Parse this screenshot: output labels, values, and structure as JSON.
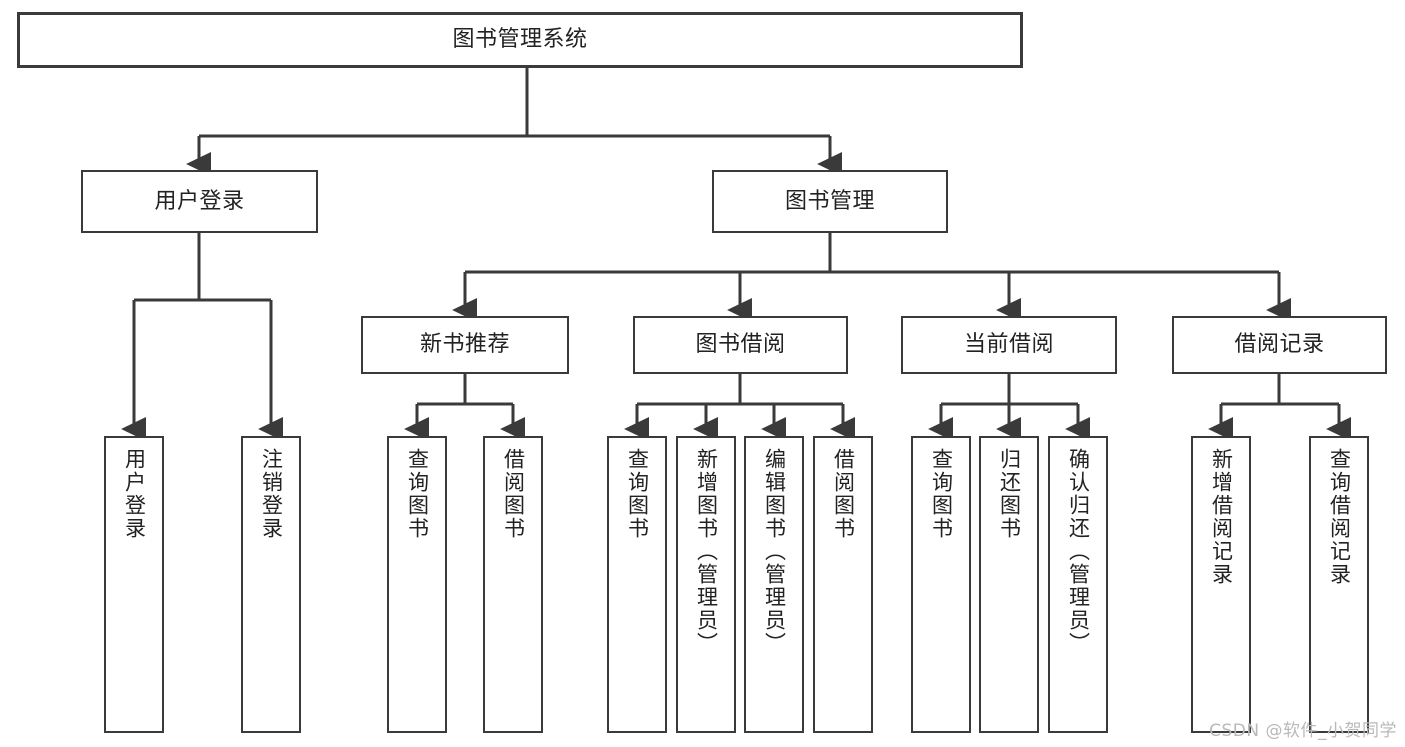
{
  "diagram": {
    "type": "tree-hierarchy",
    "title": "图书管理系统",
    "watermark": "CSDN @软件_小贺同学",
    "colors": {
      "box_border": "#3a3a3a",
      "box_fill": "#ffffff",
      "connector": "#3a3a3a",
      "text": "#222222",
      "watermark": "#b9b9b9",
      "background": "#ffffff"
    },
    "nodes": {
      "root": {
        "label": "图书管理系统"
      },
      "level1": [
        {
          "label": "用户登录"
        },
        {
          "label": "图书管理"
        }
      ],
      "level2": [
        {
          "label": "新书推荐"
        },
        {
          "label": "图书借阅"
        },
        {
          "label": "当前借阅"
        },
        {
          "label": "借阅记录"
        }
      ],
      "leaves": {
        "user_login": [
          {
            "label": "用户登录"
          },
          {
            "label": "注销登录"
          }
        ],
        "new_book_recommend": [
          {
            "label": "查询图书"
          },
          {
            "label": "借阅图书"
          }
        ],
        "book_borrow": [
          {
            "label": "查询图书"
          },
          {
            "label": "新增图书（管理员）"
          },
          {
            "label": "编辑图书（管理员）"
          },
          {
            "label": "借阅图书"
          }
        ],
        "current_borrow": [
          {
            "label": "查询图书"
          },
          {
            "label": "归还图书"
          },
          {
            "label": "确认归还（管理员）"
          }
        ],
        "borrow_record": [
          {
            "label": "新增借阅记录"
          },
          {
            "label": "查询借阅记录"
          }
        ]
      }
    }
  }
}
